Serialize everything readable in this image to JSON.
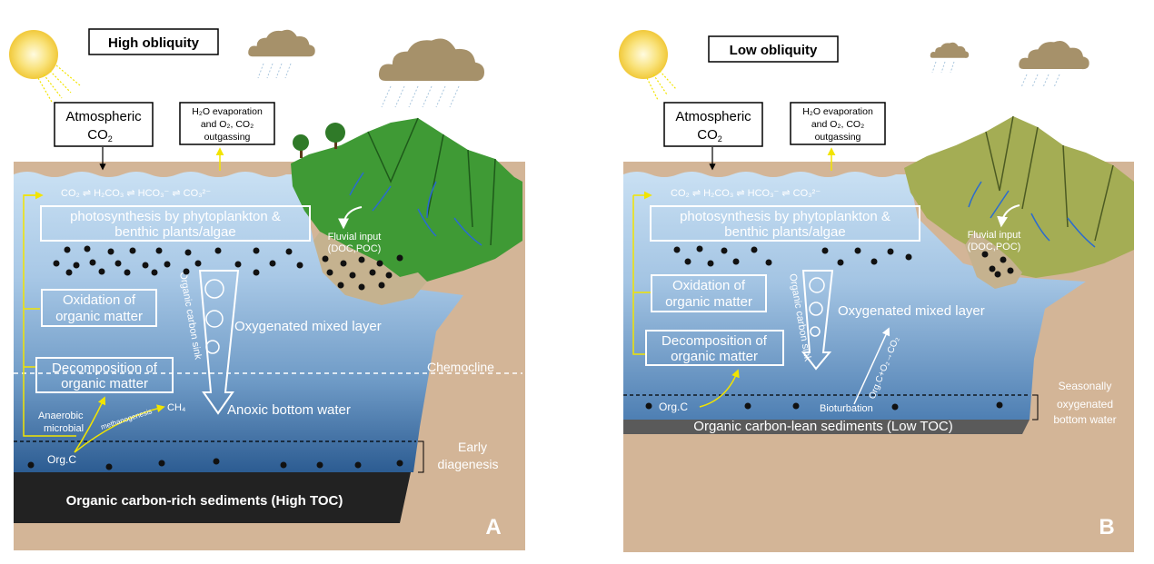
{
  "panel_a": {
    "title": "High obliquity",
    "atmospheric": "Atmospheric",
    "co2": "CO",
    "co2_sub": "2",
    "evap_line1": "H₂O evaporation",
    "evap_line2": "and O₂, CO₂",
    "evap_line3": "outgassing",
    "carbonate_eq": "CO₂ ⇌ H₂CO₃ ⇌ HCO₃⁻ ⇌ CO₃²⁻",
    "photosynthesis_line1": "photosynthesis by phytoplankton &",
    "photosynthesis_line2": "benthic plants/algae",
    "fluvial_line1": "Fluvial input",
    "fluvial_line2": "(DOC,POC)",
    "oxidation_line1": "Oxidation of",
    "oxidation_line2": "organic matter",
    "carbon_sink": "Organic carbon sink",
    "mixed_layer": "Oxygenated mixed layer",
    "chemocline": "Chemocline",
    "decomposition_line1": "Decomposition of",
    "decomposition_line2": "organic matter",
    "anoxic": "Anoxic bottom water",
    "anaerobic_line1": "Anaerobic",
    "anaerobic_line2": "microbial",
    "methanogenesis": "methanogenesis",
    "ch4": "CH₄",
    "early_line1": "Early",
    "early_line2": "diagenesis",
    "orgc": "Org.C",
    "sediments": "Organic  carbon-rich sediments (High TOC)",
    "panel_label": "A"
  },
  "panel_b": {
    "title": "Low obliquity",
    "atmospheric": "Atmospheric",
    "co2": "CO",
    "co2_sub": "2",
    "evap_line1": "H₂O evaporation",
    "evap_line2": "and O₂, CO₂",
    "evap_line3": "outgassing",
    "carbonate_eq": "CO₂ ⇌ H₂CO₃ ⇌ HCO₃⁻ ⇌ CO₃²⁻",
    "photosynthesis_line1": "photosynthesis by phytoplankton &",
    "photosynthesis_line2": "benthic plants/algae",
    "fluvial_line1": "Fluvial input",
    "fluvial_line2": "(DOC,POC)",
    "oxidation_line1": "Oxidation of",
    "oxidation_line2": "organic matter",
    "carbon_sink": "Organic carbon sink",
    "mixed_layer": "Oxygenated mixed layer",
    "bioturbation_reaction": "Org.C+O₂→CO₂",
    "decomposition_line1": "Decomposition of",
    "decomposition_line2": "organic matter",
    "orgc": "Org.C",
    "bioturbation": "Bioturbation",
    "seasonal_line1": "Seasonally",
    "seasonal_line2": "oxygenated",
    "seasonal_line3": "bottom water",
    "sediments": "Organic carbon-lean sediments (Low TOC)",
    "panel_label": "B"
  },
  "colors": {
    "water_top": "#c7def2",
    "water_bottom": "#2f5f94",
    "land": "#d3b597",
    "forest": "#3f9a35",
    "grassland": "#a4ad54",
    "yellow_arrow": "#f2e400",
    "cloud": "#a6916a",
    "sun": "#f4d23c"
  }
}
